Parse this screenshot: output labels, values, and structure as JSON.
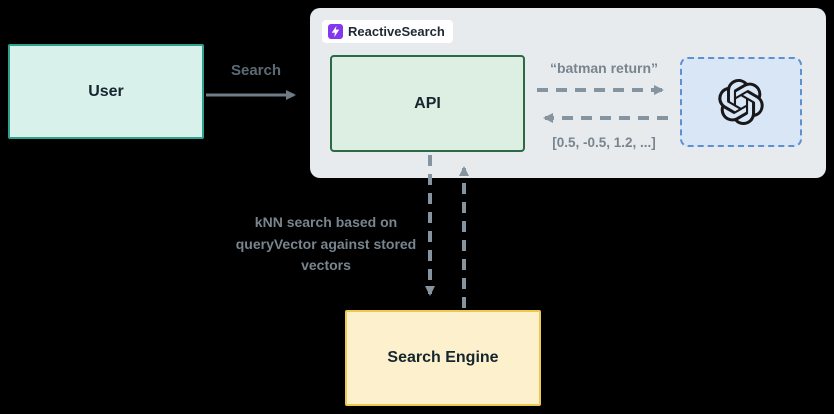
{
  "diagram": {
    "brand": {
      "label": "ReactiveSearch"
    },
    "nodes": {
      "user": {
        "label": "User"
      },
      "api": {
        "label": "API"
      },
      "openai": {
        "icon": "openai-logo"
      },
      "search_engine": {
        "label": "Search Engine"
      }
    },
    "edges": {
      "search": {
        "label": "Search",
        "style": "solid",
        "direction": "user-to-api"
      },
      "query": {
        "label": "“batman return”",
        "style": "dashed",
        "direction": "api-to-openai"
      },
      "vector": {
        "label": "[0.5, -0.5, 1.2, ...]",
        "style": "dashed",
        "direction": "openai-to-api"
      },
      "knn": {
        "label": "kNN search based on queryVector against stored vectors",
        "style": "dashed",
        "direction": "api-to-search-engine-bidirectional"
      }
    },
    "colors": {
      "background": "#000000",
      "user_fill": "#d8f1ea",
      "user_border": "#2ea28f",
      "api_fill": "#ddeee3",
      "api_border": "#2b6a45",
      "openai_fill": "#d9e6f6",
      "openai_border": "#5d8fd3",
      "engine_fill": "#fcf1cc",
      "engine_border": "#eec94f",
      "container_fill": "#e8ebee",
      "solid_arrow": "#6e7c87",
      "dashed_arrow": "#8694a0",
      "label_text": "#78858f",
      "brand_icon": "#8338ec"
    }
  }
}
